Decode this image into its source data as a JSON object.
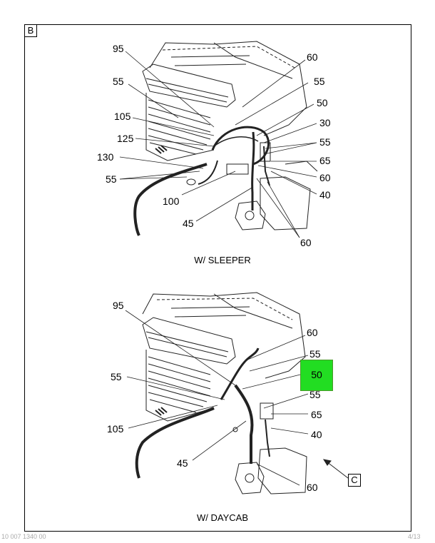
{
  "frame": {
    "section_label": "B",
    "view_label": "C"
  },
  "top_view": {
    "caption": "W/ SLEEPER",
    "callouts": [
      "95",
      "60",
      "55",
      "55",
      "50",
      "105",
      "30",
      "125",
      "55",
      "65",
      "130",
      "60",
      "55",
      "40",
      "100",
      "45",
      "60"
    ]
  },
  "bottom_view": {
    "caption": "W/ DAYCAB",
    "callouts": [
      "95",
      "60",
      "55",
      "50",
      "55",
      "55",
      "65",
      "105",
      "40",
      "45",
      "60"
    ]
  },
  "highlight": {
    "label": "50",
    "color": "#22dd22"
  },
  "footer": {
    "left_text": "10 007 1340 00",
    "right_text": "4/13"
  }
}
